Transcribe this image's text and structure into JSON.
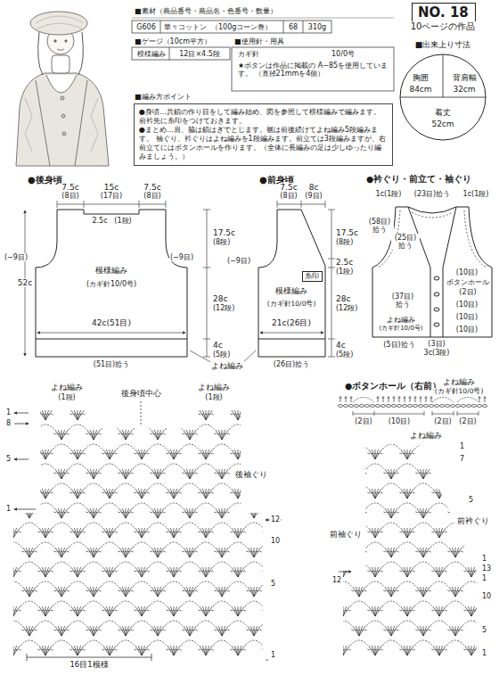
{
  "diagram": {
    "nodes": [
      {
        "text": [
          "NO. 18"
        ]
      },
      {
        "text": [
          "胸囲",
          "84cm",
          "背肩幅",
          "32cm",
          "着丈",
          "52cm"
        ]
      },
      {
        "text": [
          "●身頃…共鎖の作り目をして編み始め、図を参照して模様編みで編みます。 前衿先に糸印をつけておきます。",
          "●まとめ…肩、脇は鎖はぎでとじます。裾は前後続けてよね編み5段編みます。 袖ぐり、衿ぐりはよね編みを1段編みます。前立ては3段編みますが、右前立てにはボタンホールを作ります。（全体に長編みの足は少しゆったり編みましょう。）"
        ]
      },
      {
        "text": [
          "糸印"
        ]
      }
    ],
    "labels": [
      "■素材（商品番号・商品名・色番号・数量）",
      "G606",
      "華々コットン",
      "（100gコーン巻）",
      "68",
      "310g",
      "10ページの作品",
      "■出来上り寸法",
      "■ゲージ（10cm平方）",
      "模様編み",
      "12目×4.5段",
      "■使用針・用具",
      "カギ針",
      "10/0号",
      "★ボタンは作品に掲載の A−85を使用しています。 （直径21mmを4個）",
      "■編み方ポイント",
      "●後身頃",
      "7.5c",
      "(8目)",
      "15c",
      "(17目)",
      "7.5c",
      "(8目)",
      "2.5c",
      "(1段)",
      "17.5c",
      "(8段)",
      "(−9目)",
      "(−9目)",
      "52c",
      "模様編み",
      "(カギ針10/0号)",
      "28c",
      "(12段)",
      "42c(51目)",
      "4c",
      "(5段)",
      "(51目)拾う",
      "よね編み",
      "●前身頃",
      "7.5c",
      "(8目)",
      "8c",
      "(9目)",
      "17.5c",
      "(8段)",
      "(−9目)",
      "2.5c",
      "(1段)",
      "模様編み",
      "(カギ針10/0号)",
      "28c",
      "(12段)",
      "21c(26目)",
      "4c",
      "(5段)",
      "(26目)拾う",
      "●衿ぐり・前立て・袖ぐり",
      "1c(1段)",
      "(23目)拾う",
      "1c(1段)",
      "(58目) 拾う",
      "(25目) 拾う",
      "(10目)",
      "ボタンホール",
      "(2目)",
      "(10目)",
      "(37目) 拾う",
      "(10目)",
      "よね編み",
      "(カギ針10/0号)",
      "(10目)",
      "(5目)拾う",
      "(3目)",
      "3c(3段)",
      "●ボタンホール（右前）",
      "よね編み",
      "(カギ針10/0号)",
      "(2目)",
      "(10目)",
      "(2目)",
      "(2目)",
      "よね編み",
      "(1段)",
      "後身頃中心",
      "よね編み",
      "(1段)",
      "1",
      "8",
      "5",
      "1",
      "後袖ぐり",
      "12",
      "10",
      "5",
      "1",
      "16目1模様",
      "よね編み",
      "1",
      "7",
      "5",
      "前衿ぐり",
      "前袖ぐり",
      "12",
      "1",
      "13",
      "1",
      "10",
      "5",
      "1"
    ]
  }
}
